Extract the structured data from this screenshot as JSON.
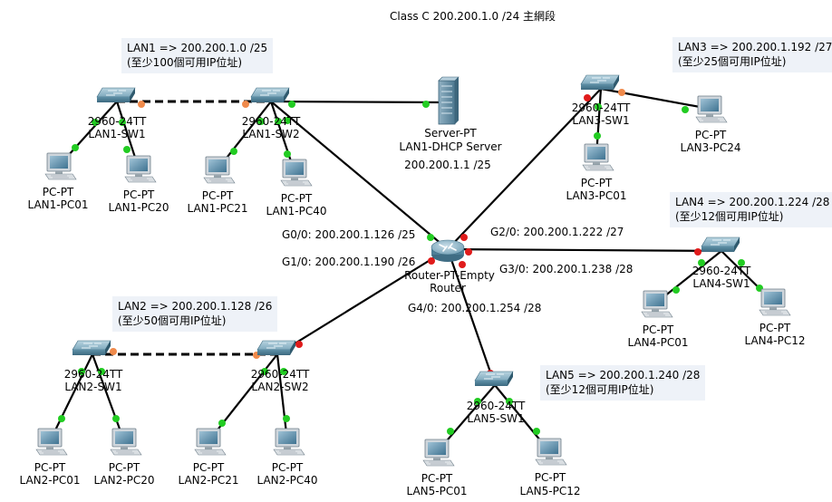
{
  "title": "Class C 200.200.1.0 /24 主網段",
  "notes": {
    "lan1": {
      "line1": "LAN1 => 200.200.1.0 /25",
      "line2": "(至少100個可用IP位址)"
    },
    "lan2": {
      "line1": "LAN2 => 200.200.1.128 /26",
      "line2": "(至少50個可用IP位址)"
    },
    "lan3": {
      "line1": "LAN3 => 200.200.1.192 /27",
      "line2": "(至少25個可用IP位址)"
    },
    "lan4": {
      "line1": "LAN4 => 200.200.1.224 /28",
      "line2": "(至少12個可用IP位址)"
    },
    "lan5": {
      "line1": "LAN5 => 200.200.1.240 /28",
      "line2": "(至少12個可用IP位址)"
    }
  },
  "interfaces": {
    "g0": "G0/0: 200.200.1.126 /25",
    "g1": "G1/0: 200.200.1.190 /26",
    "g2": "G2/0: 200.200.1.222 /27",
    "g3": "G3/0: 200.200.1.238 /28",
    "g4": "G4/0: 200.200.1.254 /28"
  },
  "router": {
    "model": "Router-PT-Empty",
    "name": "Router"
  },
  "server": {
    "model": "Server-PT",
    "name": "LAN1-DHCP Server",
    "ip": "200.200.1.1 /25"
  },
  "switch_model": "2960-24TT",
  "pc_model": "PC-PT",
  "switches": {
    "lan1_sw1": "LAN1-SW1",
    "lan1_sw2": "LAN1-SW2",
    "lan2_sw1": "LAN2-SW1",
    "lan2_sw2": "LAN2-SW2",
    "lan3_sw1": "LAN3-SW1",
    "lan4_sw1": "LAN4-SW1",
    "lan5_sw1": "LAN5-SW1"
  },
  "pcs": {
    "lan1_pc01": "LAN1-PC01",
    "lan1_pc20": "LAN1-PC20",
    "lan1_pc21": "LAN1-PC21",
    "lan1_pc40": "LAN1-PC40",
    "lan2_pc01": "LAN2-PC01",
    "lan2_pc20": "LAN2-PC20",
    "lan2_pc21": "LAN2-PC21",
    "lan2_pc40": "LAN2-PC40",
    "lan3_pc01": "LAN3-PC01",
    "lan3_pc24": "LAN3-PC24",
    "lan4_pc01": "LAN4-PC01",
    "lan4_pc12": "LAN4-PC12",
    "lan5_pc01": "LAN5-PC01",
    "lan5_pc12": "LAN5-PC12"
  },
  "colors": {
    "link": "#000000",
    "up_dot": "#22cc22",
    "down_dot": "#e01b1b",
    "trunk_dot": "#f08a4b",
    "note_bg": "#eef2f8",
    "switch_body": "#6b9bb0",
    "router_body": "#5f8ea5",
    "pc_screen": "#4a7f9a"
  }
}
